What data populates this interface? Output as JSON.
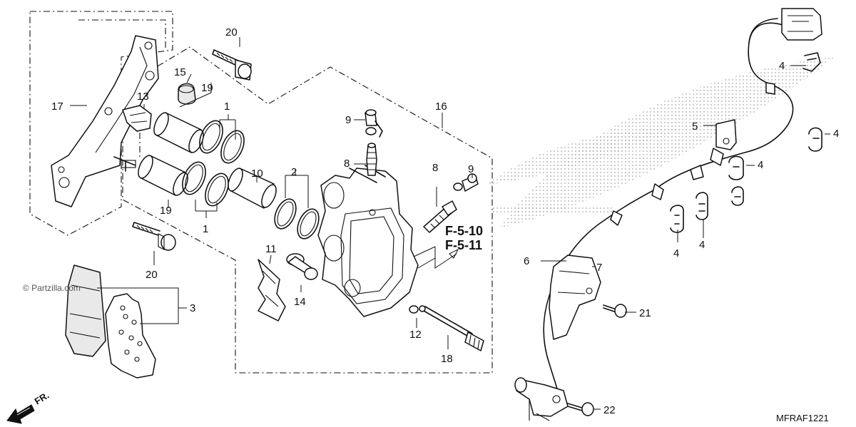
{
  "diagram": {
    "callouts": {
      "c1a": "1",
      "c1b": "1",
      "c2": "2",
      "c3": "3",
      "c4a": "4",
      "c4b": "4",
      "c4c": "4",
      "c4d": "4",
      "c4e": "4",
      "c5": "5",
      "c6": "6",
      "c7": "7",
      "c8a": "8",
      "c8b": "8",
      "c9a": "9",
      "c9b": "9",
      "c10": "10",
      "c11": "11",
      "c12": "12",
      "c13": "13",
      "c14": "14",
      "c15": "15",
      "c16": "16",
      "c17": "17",
      "c18": "18",
      "c19a": "19",
      "c19b": "19",
      "c20a": "20",
      "c20b": "20",
      "c21": "21",
      "c22": "22"
    },
    "refs": [
      "F-5-10",
      "F-5-11"
    ],
    "diagram_code": "MFRAF1221",
    "watermark": "© Partzilla.com",
    "front_marker": "FR."
  }
}
